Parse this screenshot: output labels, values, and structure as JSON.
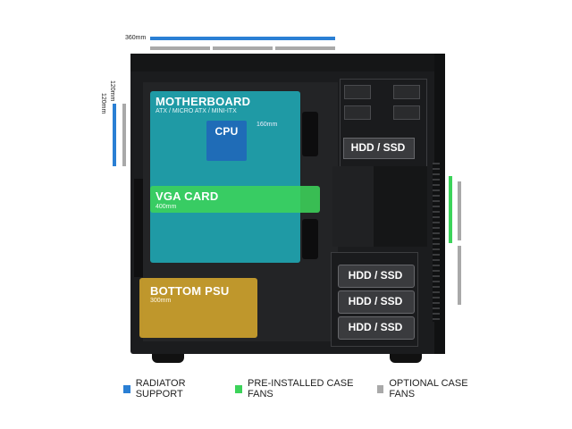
{
  "colors": {
    "radiator": "#2a7fd4",
    "preinstalled": "#3cd35a",
    "optional": "#a9a9a9",
    "motherboard_zone": "#1fb4c2",
    "cpu_zone": "#1f68b8",
    "psu_zone": "#d0a42e",
    "case_body": "#1b1c1e"
  },
  "top_dim": {
    "label": "360mm"
  },
  "left_dim": {
    "label_a": "120mm",
    "label_b": "120mm"
  },
  "motherboard": {
    "title": "MOTHERBOARD",
    "subtitle": "ATX / MICRO ATX / MINI-ITX"
  },
  "cpu": {
    "title": "CPU",
    "clearance": "160mm"
  },
  "vga": {
    "title": "VGA CARD",
    "clearance": "400mm"
  },
  "psu": {
    "title": "BOTTOM PSU",
    "clearance": "300mm"
  },
  "hdd_top": {
    "label": "HDD / SSD"
  },
  "hdd_bottom": [
    {
      "label": "HDD / SSD"
    },
    {
      "label": "HDD / SSD"
    },
    {
      "label": "HDD / SSD"
    }
  ],
  "legend": [
    {
      "label": "RADIATOR SUPPORT",
      "color": "#2a7fd4"
    },
    {
      "label": "PRE-INSTALLED CASE FANS",
      "color": "#3cd35a"
    },
    {
      "label": "OPTIONAL CASE FANS",
      "color": "#a9a9a9"
    }
  ]
}
